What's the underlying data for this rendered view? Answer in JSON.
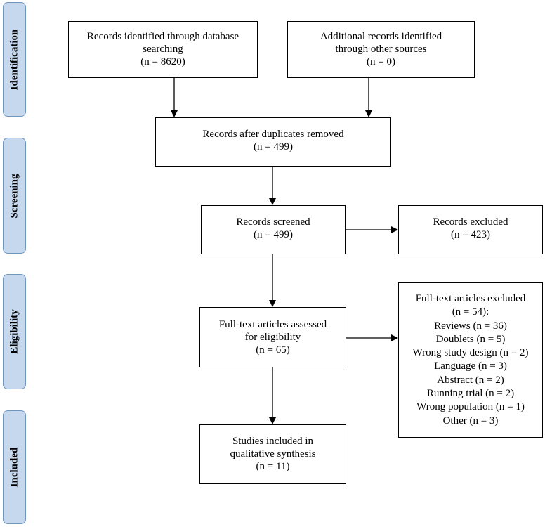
{
  "phases": {
    "identification": "Identification",
    "screening": "Screening",
    "eligibility": "Eligibility",
    "included": "Included"
  },
  "boxes": {
    "database": {
      "lines": [
        "Records identified through database",
        "searching",
        "(n = 8620)"
      ]
    },
    "other_sources": {
      "lines": [
        "Additional records identified",
        "through other sources",
        "(n = 0)"
      ]
    },
    "duplicates_removed": {
      "lines": [
        "Records after duplicates removed",
        "(n = 499)"
      ]
    },
    "screened": {
      "lines": [
        "Records screened",
        "(n = 499)"
      ]
    },
    "excluded": {
      "lines": [
        "Records excluded",
        "(n = 423)"
      ]
    },
    "fulltext_assessed": {
      "lines": [
        "Full-text articles assessed",
        "for eligibility",
        "(n = 65)"
      ]
    },
    "fulltext_excluded": {
      "lines": [
        "Full-text articles excluded",
        "(n = 54):",
        "Reviews (n = 36)",
        "Doublets (n = 5)",
        "Wrong study design (n = 2)",
        "Language (n = 3)",
        "Abstract (n = 2)",
        "Running trial (n = 2)",
        "Wrong population (n = 1)",
        "Other (n = 3)"
      ]
    },
    "included": {
      "lines": [
        "Studies included in",
        "qualitative synthesis",
        "(n = 11)"
      ]
    }
  },
  "colors": {
    "phase_fill": "#c6d8ee",
    "phase_border": "#6f95bd",
    "box_border": "#000000",
    "arrow": "#000000"
  }
}
